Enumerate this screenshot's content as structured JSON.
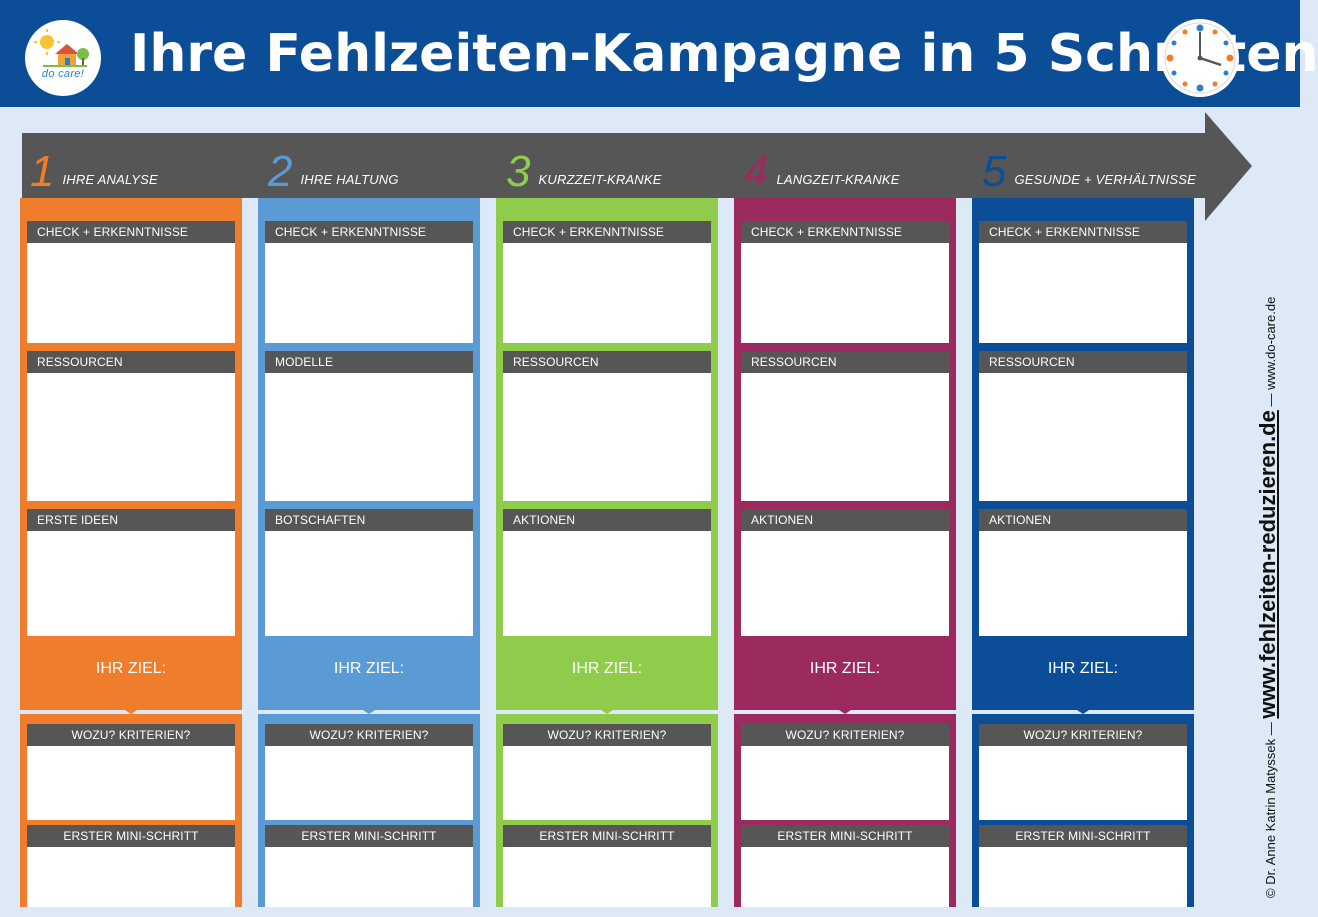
{
  "header": {
    "title": "Ihre Fehlzeiten-Kampagne in 5 Schritten",
    "logo_text": "do care!"
  },
  "colors": {
    "header_bg": "#0b4d96",
    "arrow": "#565656",
    "page_bg": "#dde9f6",
    "steps": [
      "#ef7d2c",
      "#5b9bd5",
      "#8fcc4c",
      "#9b2a5e",
      "#0b4d96"
    ]
  },
  "steps": [
    {
      "number": "1",
      "name": "IHRE ANALYSE",
      "sections": [
        "CHECK + ERKENNTNISSE",
        "RESSOURCEN",
        "ERSTE IDEEN"
      ],
      "goal": "IHR ZIEL:",
      "bottom": [
        "WOZU? KRITERIEN?",
        "ERSTER MINI-SCHRITT"
      ]
    },
    {
      "number": "2",
      "name": "IHRE HALTUNG",
      "sections": [
        "CHECK + ERKENNTNISSE",
        "MODELLE",
        "BOTSCHAFTEN"
      ],
      "goal": "IHR ZIEL:",
      "bottom": [
        "WOZU? KRITERIEN?",
        "ERSTER MINI-SCHRITT"
      ]
    },
    {
      "number": "3",
      "name": "KURZZEIT-KRANKE",
      "sections": [
        "CHECK + ERKENNTNISSE",
        "RESSOURCEN",
        "AKTIONEN"
      ],
      "goal": "IHR ZIEL:",
      "bottom": [
        "WOZU? KRITERIEN?",
        "ERSTER MINI-SCHRITT"
      ]
    },
    {
      "number": "4",
      "name": "LANGZEIT-KRANKE",
      "sections": [
        "CHECK + ERKENNTNISSE",
        "RESSOURCEN",
        "AKTIONEN"
      ],
      "goal": "IHR ZIEL:",
      "bottom": [
        "WOZU? KRITERIEN?",
        "ERSTER MINI-SCHRITT"
      ]
    },
    {
      "number": "5",
      "name": "GESUNDE + VERHÄLTNISSE",
      "sections": [
        "CHECK + ERKENNTNISSE",
        "RESSOURCEN",
        "AKTIONEN"
      ],
      "goal": "IHR ZIEL:",
      "bottom": [
        "WOZU? KRITERIEN?",
        "ERSTER MINI-SCHRITT"
      ]
    }
  ],
  "sidebar": {
    "copyright": "© Dr. Anne Katrin Matyssek —",
    "main_url": "www.fehlzeiten-reduzieren.de",
    "dash": "—",
    "secondary_url": "www.do-care.de"
  }
}
